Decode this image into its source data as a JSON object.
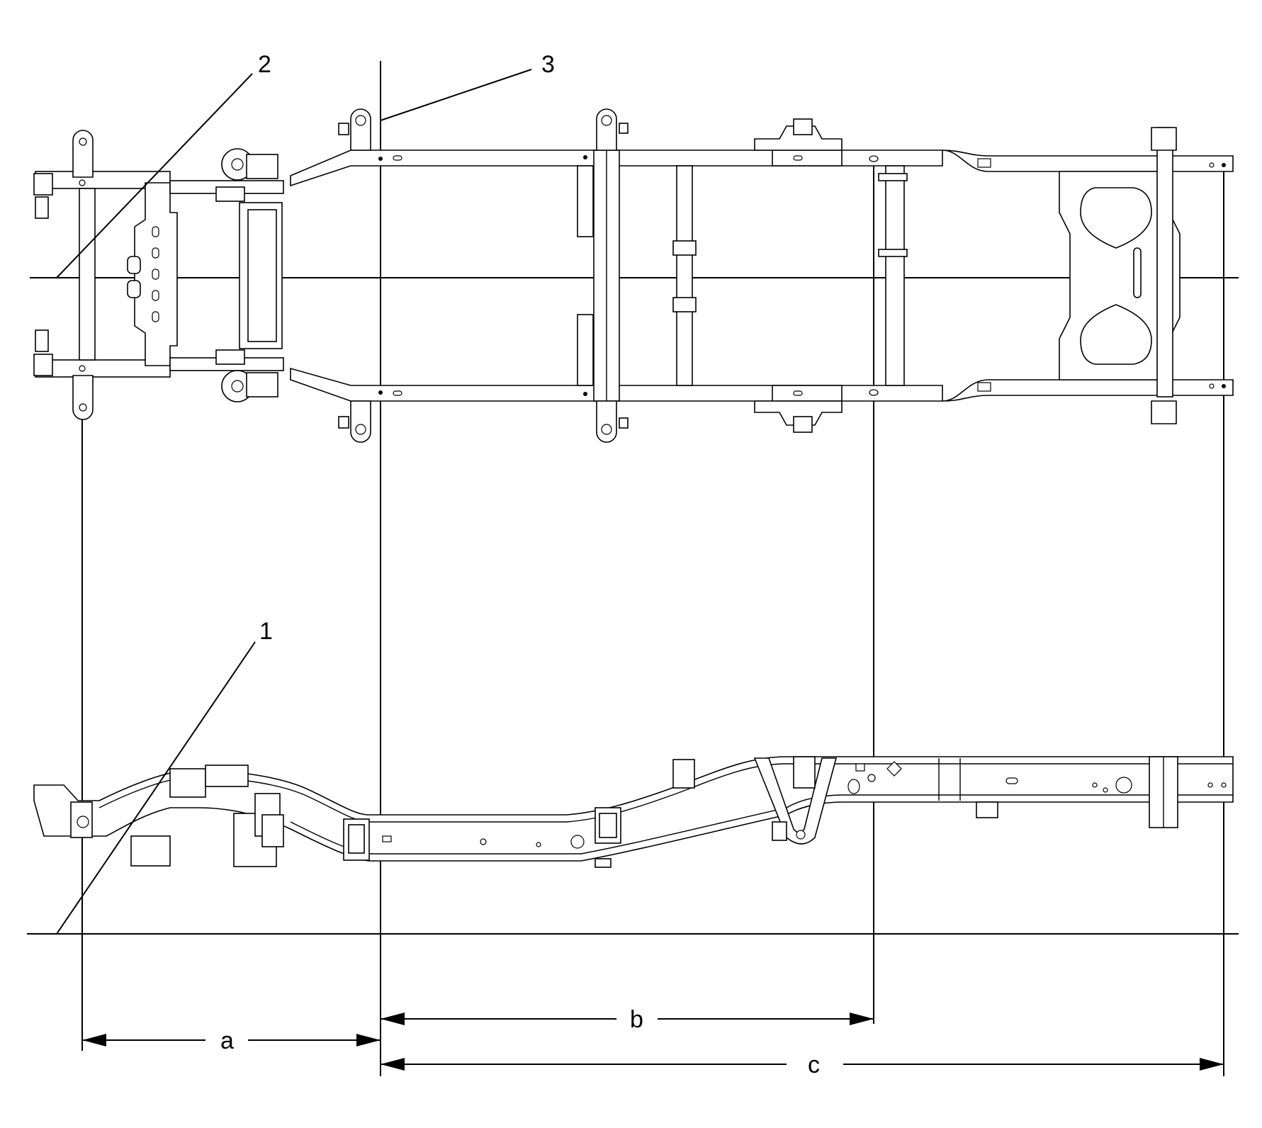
{
  "callouts": {
    "c1": "1",
    "c2": "2",
    "c3": "3"
  },
  "dimensions": {
    "a": "a",
    "b": "b",
    "c": "c"
  }
}
